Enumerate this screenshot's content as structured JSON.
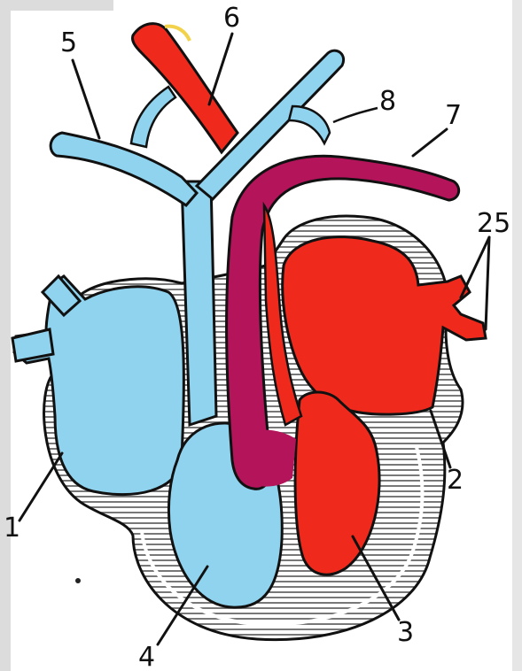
{
  "diagram": {
    "labels": {
      "l1": "1",
      "l2": "2",
      "l3": "3",
      "l4": "4",
      "l5": "5",
      "l6": "6",
      "l7": "7",
      "l8": "8",
      "l25": "25"
    },
    "colors": {
      "venous_blue": "#8fd3ee",
      "arterial_red": "#ef2a1c",
      "mixed_purple": "#b3145a",
      "outline": "#111111",
      "hatch": "#6b6b6b",
      "background": "#ffffff",
      "corner_gray": "#d9d9d9"
    }
  }
}
